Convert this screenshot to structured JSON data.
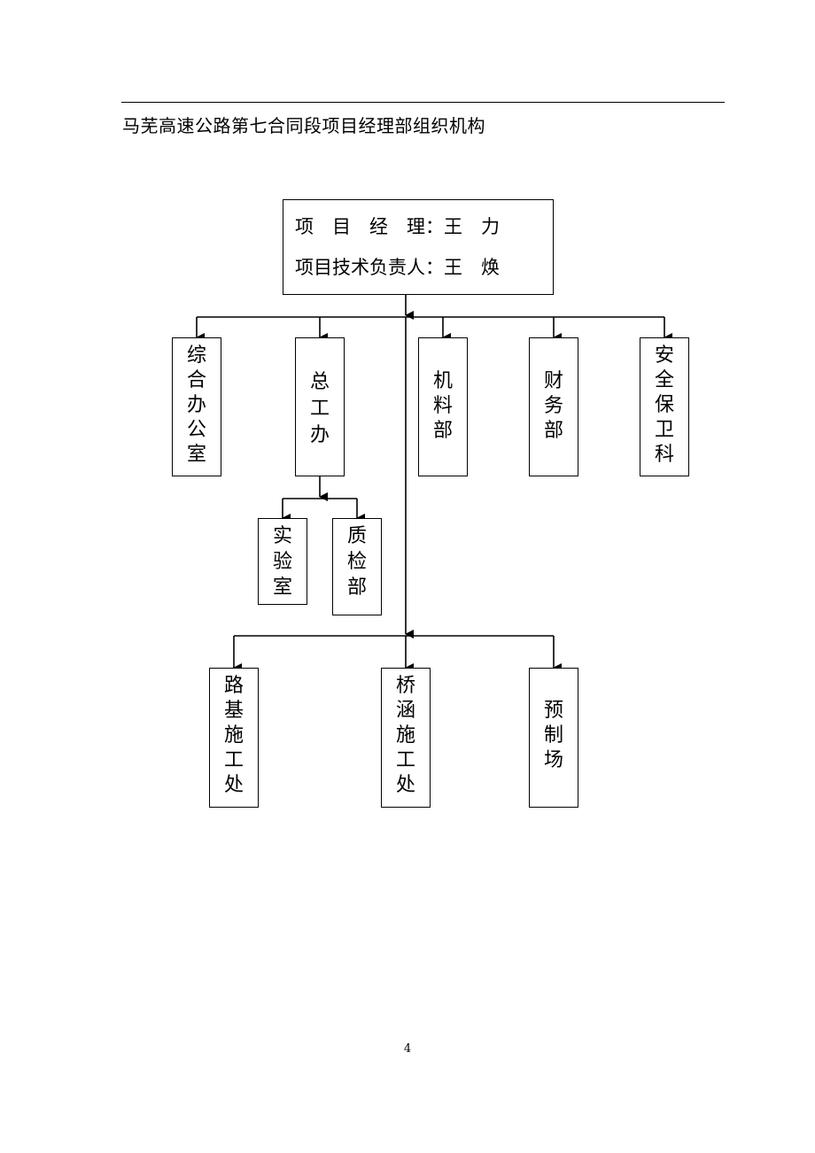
{
  "document": {
    "title": "马芜高速公路第七合同段项目经理部组织机构",
    "page_number": "4"
  },
  "org_chart": {
    "top": {
      "line1": "项　目　经　理：王　力",
      "line2": "项目技术负责人：王　焕"
    },
    "departments": [
      {
        "id": "office",
        "label": "综\n合\n办\n公\n室"
      },
      {
        "id": "chief-eng",
        "label": "总\n工\n办"
      },
      {
        "id": "machinery",
        "label": "机\n料\n部"
      },
      {
        "id": "finance",
        "label": "财\n务\n部"
      },
      {
        "id": "security",
        "label": "安\n全\n保\n卫\n科"
      }
    ],
    "sub_departments": [
      {
        "id": "lab",
        "label": "实\n验\n室"
      },
      {
        "id": "qc",
        "label": "质\n检\n部"
      }
    ],
    "construction_units": [
      {
        "id": "roadbed",
        "label": "路\n基\n施\n工\n处"
      },
      {
        "id": "bridge",
        "label": "桥\n涵\n施\n工\n处"
      },
      {
        "id": "prefab",
        "label": "预\n制\n场"
      }
    ]
  }
}
